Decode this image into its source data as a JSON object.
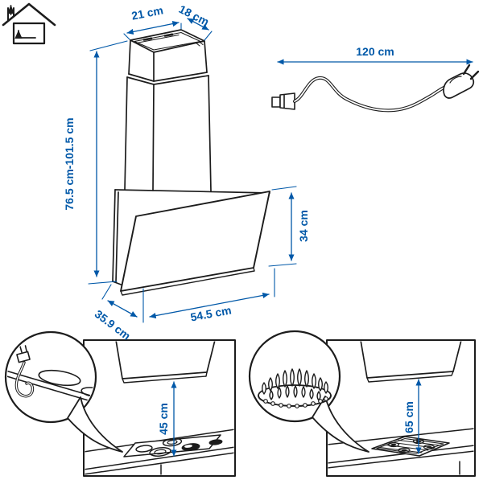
{
  "colors": {
    "accent": "#0058A8",
    "line": "#1C1C1C",
    "background": "#FFFFFF"
  },
  "icons": {
    "house_extraction": "house-with-chimney-airflow",
    "appliance_connector": "appliance-power-connector",
    "power_plug": "euro-power-plug",
    "electric_hob_detail": "electric-cooktop-close-up-with-plug-and-cable",
    "gas_burner_detail": "gas-burner-flames-close-up"
  },
  "main_unit": {
    "duct_width_label": "21 cm",
    "duct_depth_label": "18 cm",
    "height_range_label": "76.5 cm-101.5 cm",
    "glass_height_label": "34 cm",
    "depth_label": "35.9 cm",
    "width_label": "54.5 cm"
  },
  "power_cord": {
    "length_label": "120 cm"
  },
  "clearance_panels": {
    "electric": {
      "clearance_label": "45 cm",
      "icon": "electric-hob-icon"
    },
    "gas": {
      "clearance_label": "65 cm",
      "icon": "gas-burner-flames-icon"
    }
  }
}
